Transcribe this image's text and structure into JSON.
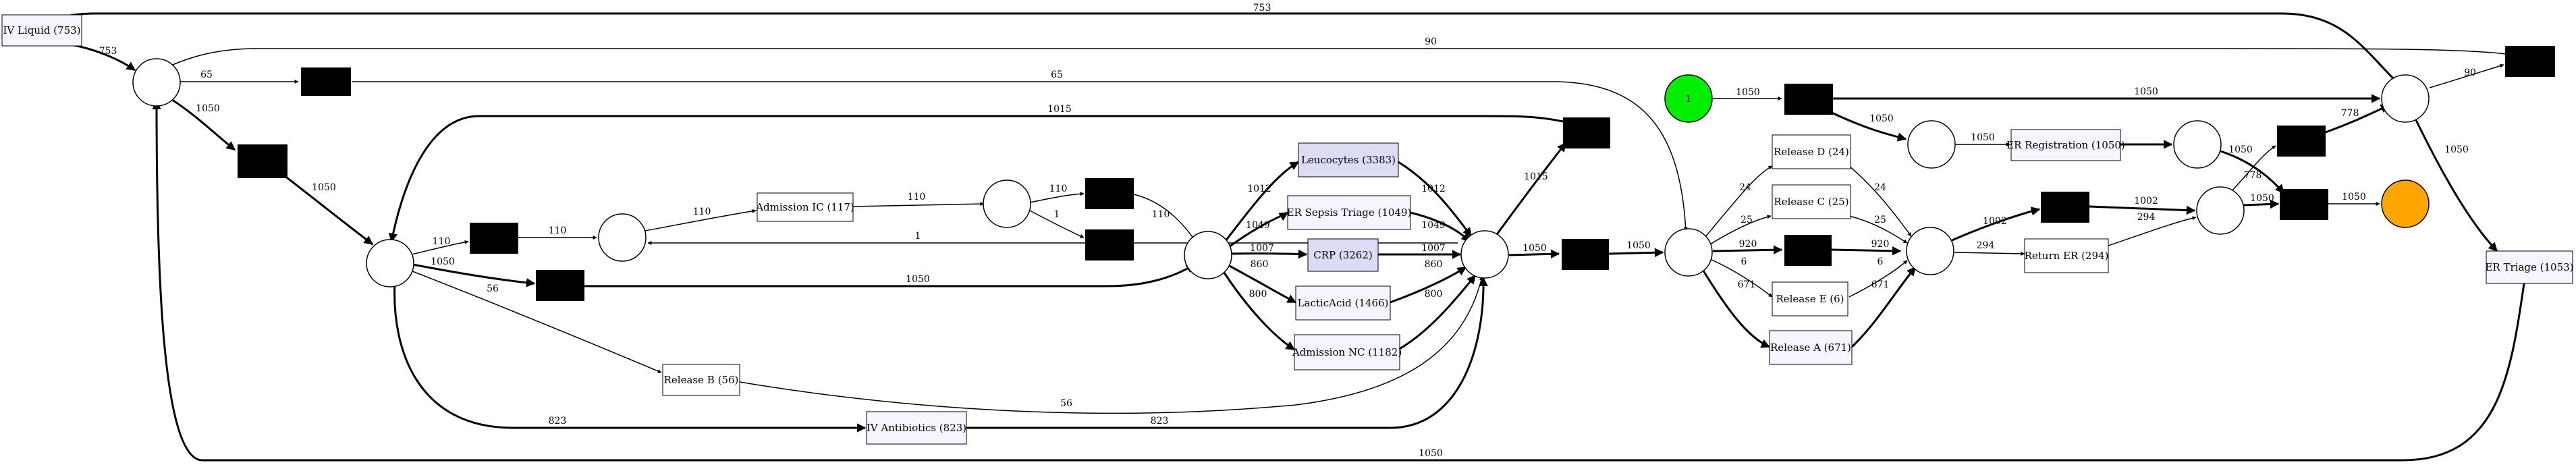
{
  "colors": {
    "start_place": "#00ee00",
    "end_place": "#ffa500",
    "activity_light": "#f5f5ff",
    "activity_strong": "#dcdcf7",
    "silent": "#000000",
    "edge": "#000000"
  },
  "activities": {
    "iv_liquid": "IV Liquid (753)",
    "admission_ic": "Admission IC (117)",
    "leucocytes": "Leucocytes (3383)",
    "er_sepsis_triage": "ER Sepsis Triage (1049)",
    "crp": "CRP (3262)",
    "lacticacid": "LacticAcid (1466)",
    "admission_nc": "Admission NC (1182)",
    "release_b": "Release B (56)",
    "iv_antibiotics": "IV Antibiotics (823)",
    "release_d": "Release D (24)",
    "release_c": "Release C (25)",
    "release_e": "Release E (6)",
    "release_a": "Release A (671)",
    "er_registration": "ER Registration (1050)",
    "return_er": "Return ER (294)",
    "er_triage": "ER Triage (1053)"
  },
  "start_token": "1",
  "edge_labels": {
    "top_753": "753",
    "top_90": "90",
    "iv_753": "753",
    "p1_65": "65",
    "long_65": "65",
    "p1_1050": "1050",
    "t_1050": "1050",
    "top_1015": "1015",
    "p2_110": "110",
    "t_110": "110",
    "p3_110": "110",
    "adm_110": "110",
    "p4_110": "110",
    "p4_1": "1",
    "back_1": "1",
    "s_110": "110",
    "p2_1050": "1050",
    "main_1050": "1050",
    "p2_56": "56",
    "rb_56": "56",
    "ivab_823_a": "823",
    "ivab_823_b": "823",
    "leu_1012_a": "1012",
    "leu_1012_b": "1012",
    "sep_1049_a": "1049",
    "sep_1049_b": "1049",
    "crp_1007_a": "1007",
    "crp_1007_b": "1007",
    "lac_860_a": "860",
    "lac_860_b": "860",
    "adm_800_a": "800",
    "adm_800_b": "800",
    "p6_1015": "1015",
    "p6_1050": "1050",
    "s_1050": "1050",
    "rd_24_a": "24",
    "rd_24_b": "24",
    "rc_25_a": "25",
    "rc_25_b": "25",
    "s_920_a": "920",
    "s_920_b": "920",
    "re_6_a": "6",
    "re_6_b": "6",
    "ra_671_a": "671",
    "ra_671_b": "671",
    "start_1050": "1050",
    "reg_1050_a": "1050",
    "reg_1050_b": "1050",
    "long_1050": "1050",
    "p9_1002": "1002",
    "p9_294": "294",
    "ret_294": "294",
    "s_1002": "1002",
    "p10_1050": "1050",
    "p10_778": "778",
    "s_778": "778",
    "end_1050": "1050",
    "pR_1050": "1050",
    "p12_1050": "1050",
    "pR_90": "90",
    "bottom_1050": "1050"
  }
}
